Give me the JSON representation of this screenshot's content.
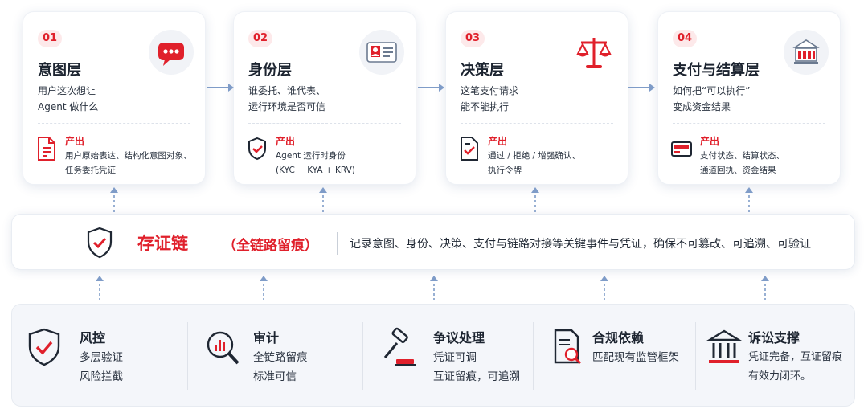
{
  "layers": [
    {
      "num": "01",
      "title": "意图层",
      "desc": [
        "用户这次想让",
        "Agent 做什么"
      ],
      "output_label": "产出",
      "output_text": [
        "用户原始表达、结构化意图对象、",
        "任务委托凭证"
      ],
      "icon": "chat-bubble-icon",
      "output_icon": "document-icon"
    },
    {
      "num": "02",
      "title": "身份层",
      "desc": [
        "谁委托、谁代表、",
        "运行环境是否可信"
      ],
      "output_label": "产出",
      "output_text": [
        "Agent 运行时身份",
        "(KYC + KYA + KRV)"
      ],
      "icon": "id-card-icon",
      "output_icon": "shield-check-icon"
    },
    {
      "num": "03",
      "title": "决策层",
      "desc": [
        "这笔支付请求",
        "能不能执行"
      ],
      "output_label": "产出",
      "output_text": [
        "通过 / 拒绝 / 增强确认、",
        "执行令牌"
      ],
      "icon": "scale-icon",
      "output_icon": "checklist-icon"
    },
    {
      "num": "04",
      "title": "支付与结算层",
      "desc": [
        "如何把“可以执行”",
        "变成资金结果"
      ],
      "output_label": "产出",
      "output_text": [
        "支付状态、结算状态、",
        "通道回执、资金结果"
      ],
      "icon": "bank-icon",
      "output_icon": "card-icon"
    }
  ],
  "evidence_chain": {
    "title": "存证链",
    "subtitle": "（全链路留痕）",
    "text": "记录意图、身份、决策、支付与链路对接等关键事件与凭证，确保不可篡改、可追溯、可验证",
    "icon": "shield-check-icon"
  },
  "capabilities": [
    {
      "title": "风控",
      "lines": [
        "多层验证",
        "风险拦截"
      ],
      "icon": "shield-check-icon"
    },
    {
      "title": "审计",
      "lines": [
        "全链路留痕",
        "标准可信"
      ],
      "icon": "magnifier-chart-icon"
    },
    {
      "title": "争议处理",
      "lines": [
        "凭证可调",
        "互证留痕，可追溯"
      ],
      "icon": "gavel-icon"
    },
    {
      "title": "合规依赖",
      "lines": [
        "匹配现有监管框架"
      ],
      "icon": "document-search-icon"
    },
    {
      "title": "诉讼支撑",
      "lines": [
        "凭证完备，互证留痕",
        "有效力闭环。"
      ],
      "icon": "courthouse-icon"
    }
  ],
  "colors": {
    "accent": "#e0202b",
    "arrow": "#7f9cc8",
    "text": "#1f2733"
  }
}
